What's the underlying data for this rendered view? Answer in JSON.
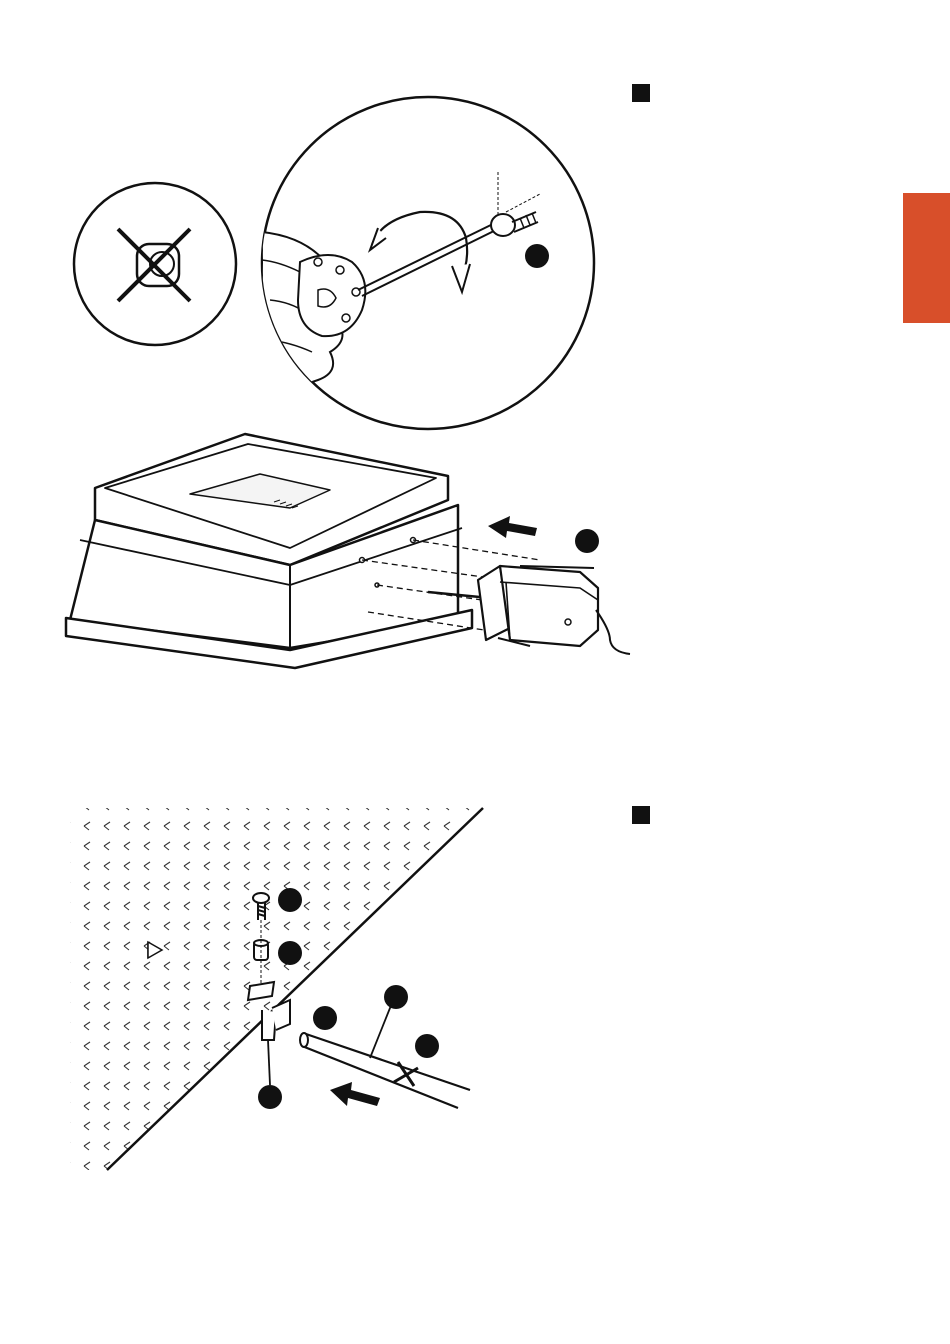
{
  "page": {
    "background": "#ffffff",
    "line_color": "#111111"
  },
  "side_tab": {
    "color": "#d84f2a"
  },
  "figures": [
    {
      "name": "motor-mount-figure",
      "icons": [
        "wrong-method-icon",
        "screwdriver-detail-icon",
        "base-unit-illustration",
        "motor-illustration",
        "direction-arrow-icon"
      ]
    },
    {
      "name": "rod-mount-figure",
      "icons": [
        "grid-panel-illustration",
        "screw-icon",
        "spacer-icon",
        "rod-illustration",
        "direction-arrow-icon"
      ]
    }
  ]
}
